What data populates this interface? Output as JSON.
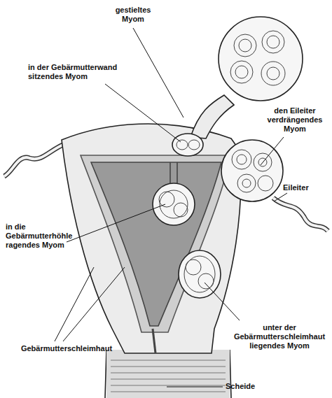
{
  "diagram": {
    "labels": [
      "gestieltes Myom",
      "in der Gebärmutterwand sitzendes Myom",
      "den Eileiter verdrängendes Myom",
      "Eileiter",
      "in die Gebärmutterhöhle ragendes Myom",
      "Gebärmutterschleimhaut",
      "unter der Gebärmutterschleimhaut liegendes Myom",
      "Scheide"
    ]
  }
}
